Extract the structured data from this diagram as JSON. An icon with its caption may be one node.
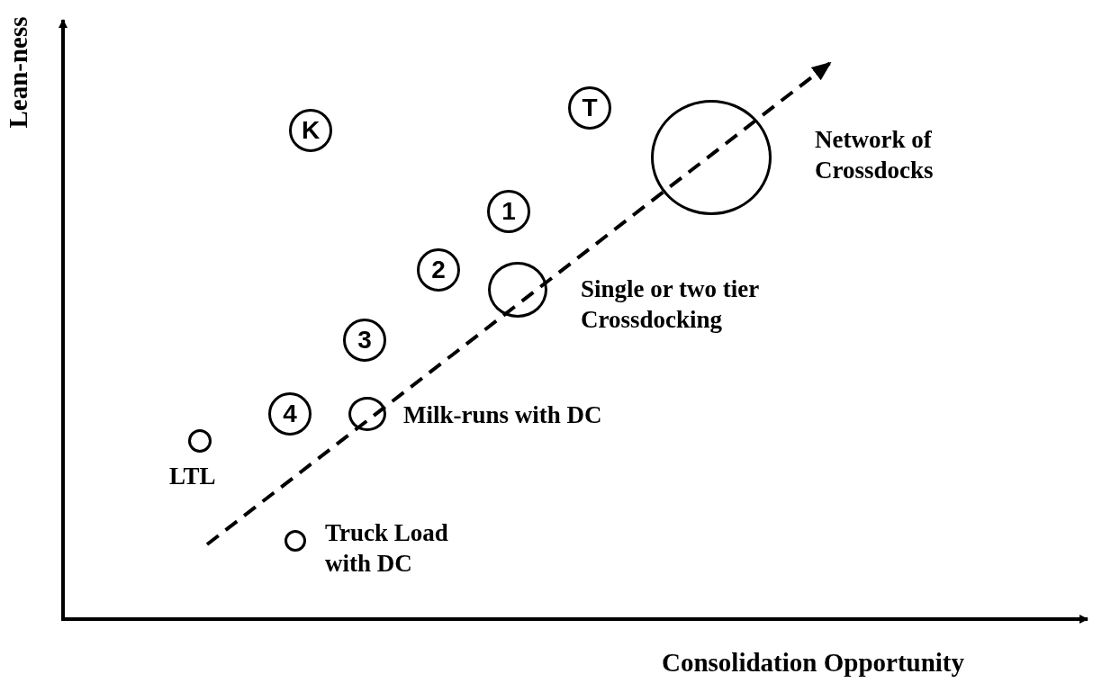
{
  "diagram": {
    "nodes": [
      {
        "text": [
          "T"
        ]
      },
      {
        "text": [
          "K"
        ]
      },
      {
        "text": [],
        "shape": "circle",
        "beside": [
          "Network of Crossdocks"
        ]
      },
      {
        "text": [
          "1"
        ]
      },
      {
        "text": [
          "2"
        ]
      },
      {
        "text": [],
        "shape": "circle",
        "beside": [
          "Single or two tier Crossdocking"
        ]
      },
      {
        "text": [
          "3"
        ]
      },
      {
        "text": [
          "4"
        ]
      },
      {
        "text": [],
        "shape": "circle",
        "beside": [
          "Milk-runs with DC"
        ]
      },
      {
        "text": [],
        "shape": "circle",
        "beside": [
          "LTL"
        ]
      },
      {
        "text": [],
        "shape": "circle",
        "beside": [
          "Truck Load with DC"
        ]
      }
    ],
    "edges": [],
    "labels": [
      "Lean-ness",
      "Consolidation Opportunity"
    ]
  }
}
